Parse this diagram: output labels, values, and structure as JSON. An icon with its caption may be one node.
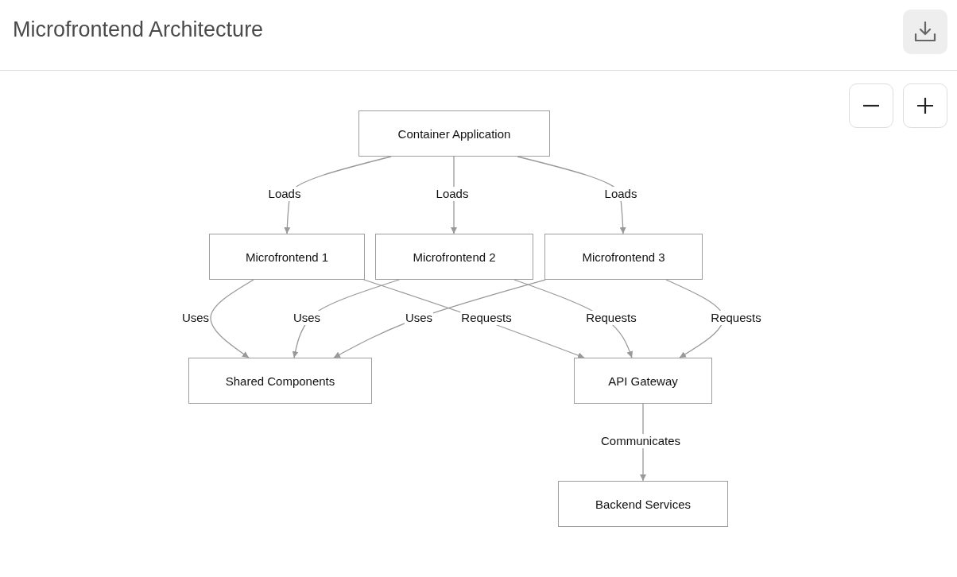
{
  "diagram": {
    "title": "Microfrontend Architecture",
    "nodes": [
      {
        "text": [
          "Container Application"
        ]
      },
      {
        "text": [
          "Microfrontend 1"
        ]
      },
      {
        "text": [
          "Microfrontend 2"
        ]
      },
      {
        "text": [
          "Microfrontend 3"
        ]
      },
      {
        "text": [
          "Shared Components"
        ]
      },
      {
        "text": [
          "API Gateway"
        ]
      },
      {
        "text": [
          "Backend Services"
        ]
      }
    ],
    "edges": [
      {
        "from": 0,
        "to": 1,
        "arrow": "to",
        "label": "Loads"
      },
      {
        "from": 0,
        "to": 2,
        "arrow": "to",
        "label": "Loads"
      },
      {
        "from": 0,
        "to": 3,
        "arrow": "to",
        "label": "Loads"
      },
      {
        "from": 1,
        "to": 4,
        "arrow": "to",
        "label": "Uses"
      },
      {
        "from": 2,
        "to": 4,
        "arrow": "to",
        "label": "Uses"
      },
      {
        "from": 3,
        "to": 4,
        "arrow": "to",
        "label": "Uses"
      },
      {
        "from": 1,
        "to": 5,
        "arrow": "to",
        "label": "Requests"
      },
      {
        "from": 2,
        "to": 5,
        "arrow": "to",
        "label": "Requests"
      },
      {
        "from": 3,
        "to": 5,
        "arrow": "to",
        "label": "Requests"
      },
      {
        "from": 5,
        "to": 6,
        "arrow": "to",
        "label": "Communicates"
      }
    ]
  }
}
